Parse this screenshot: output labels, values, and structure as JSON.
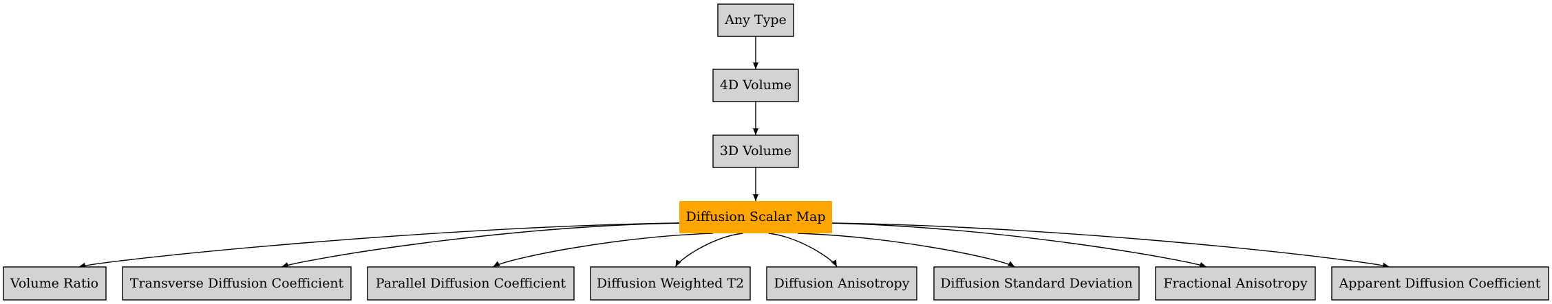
{
  "diagram": {
    "type": "flowchart",
    "colors": {
      "node_fill": "#d3d3d3",
      "highlight_fill": "#ffa500",
      "stroke": "#000000"
    },
    "nodes": {
      "any_type": "Any Type",
      "volume_4d": "4D Volume",
      "volume_3d": "3D Volume",
      "diffusion_scalar_map": "Diffusion Scalar Map",
      "volume_ratio": "Volume Ratio",
      "transverse_diffusion_coefficient": "Transverse Diffusion Coefficient",
      "parallel_diffusion_coefficient": "Parallel Diffusion Coefficient",
      "diffusion_weighted_t2": "Diffusion Weighted T2",
      "diffusion_anisotropy": "Diffusion Anisotropy",
      "diffusion_standard_deviation": "Diffusion Standard Deviation",
      "fractional_anisotropy": "Fractional Anisotropy",
      "apparent_diffusion_coefficient": "Apparent Diffusion Coefficient"
    },
    "highlighted": "diffusion_scalar_map",
    "edges": [
      [
        "any_type",
        "volume_4d"
      ],
      [
        "volume_4d",
        "volume_3d"
      ],
      [
        "volume_3d",
        "diffusion_scalar_map"
      ],
      [
        "diffusion_scalar_map",
        "volume_ratio"
      ],
      [
        "diffusion_scalar_map",
        "transverse_diffusion_coefficient"
      ],
      [
        "diffusion_scalar_map",
        "parallel_diffusion_coefficient"
      ],
      [
        "diffusion_scalar_map",
        "diffusion_weighted_t2"
      ],
      [
        "diffusion_scalar_map",
        "diffusion_anisotropy"
      ],
      [
        "diffusion_scalar_map",
        "diffusion_standard_deviation"
      ],
      [
        "diffusion_scalar_map",
        "fractional_anisotropy"
      ],
      [
        "diffusion_scalar_map",
        "apparent_diffusion_coefficient"
      ]
    ]
  }
}
